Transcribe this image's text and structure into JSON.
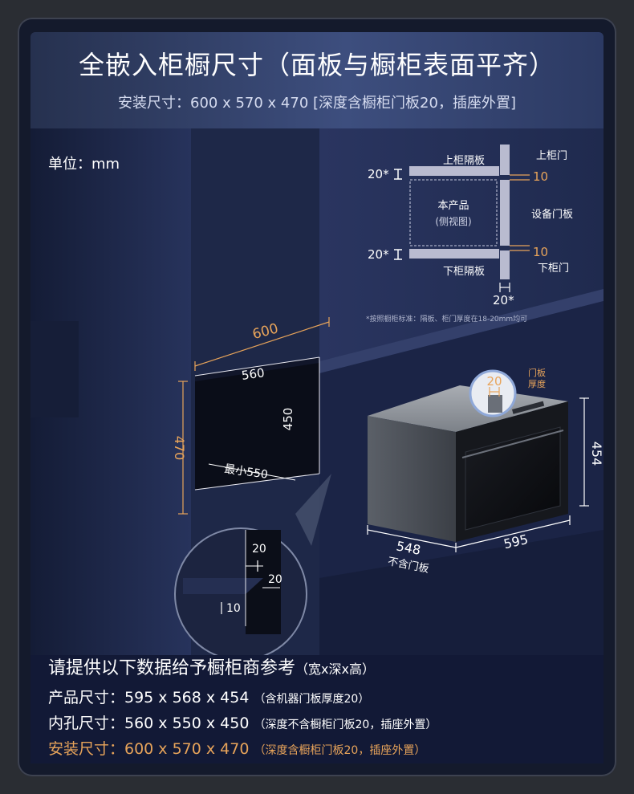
{
  "header": {
    "title": "全嵌入柜橱尺寸（面板与橱柜表面平齐）",
    "subtitle": "安装尺寸：600 x 570 x 470 [深度含橱柜门板20，插座外置]"
  },
  "unit_label": "单位：mm",
  "side_diagram": {
    "upper_shelf": "上柜隔板",
    "upper_door": "上柜门",
    "product": "本产品",
    "product_view": "(侧视图)",
    "device_door": "设备门板",
    "lower_shelf": "下柜隔板",
    "lower_door": "下柜门",
    "dim_top_gap": "20*",
    "dim_bottom_gap": "20*",
    "dim_door_gap_top": "10",
    "dim_door_gap_bottom": "10",
    "dim_door_thickness": "20*",
    "footnote": "*按照橱柜标准：隔板、柜门厚度在18-20mm均可"
  },
  "cutout_diagram": {
    "outer_width": "600",
    "inner_width": "560",
    "inner_height": "450",
    "outer_height": "470",
    "min_depth": "最小550"
  },
  "zoom_detail": {
    "dim_a": "20",
    "dim_b": "20",
    "dim_c": "10"
  },
  "oven_diagram": {
    "panel_label_line1": "门板",
    "panel_label_line2": "厚度",
    "panel_thickness": "20",
    "height": "454",
    "depth": "548",
    "depth_note": "不含门板",
    "width": "595"
  },
  "summary": {
    "heading": "请提供以下数据给予橱柜商参考",
    "heading_note": "（宽x深x高）",
    "rows": [
      {
        "label": "产品尺寸：595 x 568 x 454",
        "note": "（含机器门板厚度20）"
      },
      {
        "label": "内孔尺寸：560 x 550 x 450",
        "note": "（深度不含橱柜门板20，插座外置）"
      },
      {
        "label": "安装尺寸：600 x 570 x 470",
        "note": "（深度含橱柜门板20，插座外置）"
      }
    ]
  },
  "colors": {
    "accent_orange": "#e8a45a",
    "header_blue": "#3d4e7e",
    "scene_navy": "#1c2748"
  }
}
